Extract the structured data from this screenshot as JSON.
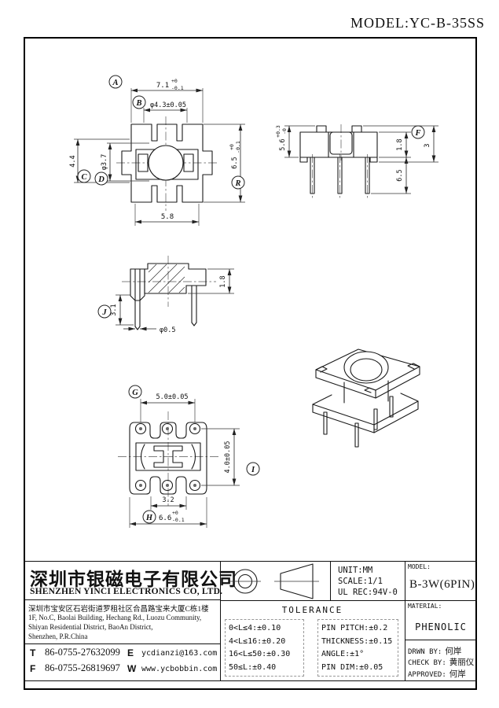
{
  "header": {
    "model": "MODEL:YC-B-35SS"
  },
  "views": {
    "front": {
      "label_a": "A",
      "label_b": "B",
      "label_c": "C",
      "label_d": "D",
      "label_r": "R",
      "dim_width": "7.1",
      "dim_width_tol_up": "+0",
      "dim_width_tol_dn": "-0.1",
      "dim_flange": "φ4.3±0.05",
      "dim_c": "4.4",
      "dim_core": "φ3.7",
      "dim_bottom": "5.8",
      "dim_height": "6.5",
      "dim_height_tol_up": "+0",
      "dim_height_tol_dn": "-0.1"
    },
    "side": {
      "label_f": "F",
      "dim_stack": "5.6",
      "dim_stack_tol_up": "+0.3",
      "dim_stack_tol_dn": "-0",
      "dim_body": "1.8",
      "dim_pin": "6.5",
      "dim_total": "3"
    },
    "section": {
      "label_j": "J",
      "dim_pin_len": "3.1",
      "dim_pin_dia": "φ0.5",
      "dim_body": "1.8"
    },
    "bottom": {
      "label_g": "G",
      "label_h": "H",
      "label_i": "I",
      "dim_pitch": "5.0±0.05",
      "dim_row": "4.0±0.05",
      "dim_inner": "3.2",
      "dim_width": "6.6",
      "dim_width_tol_up": "+0",
      "dim_width_tol_dn": "-0.1"
    }
  },
  "titleblock": {
    "company_cn": "深圳市银磁电子有限公司",
    "company_en": "SHENZHEN YINCI ELECTRONICS CO, LTD.",
    "address_cn": "深圳市宝安区石岩街道罗租社区合昌路宝来大厦C栋1楼",
    "address_en1": "1F, No.C, Baolai Building, Hechang Rd., Luozu Community,",
    "address_en2": "Shiyan Residential District, BaoAn District,",
    "address_en3": "Shenzhen, P.R.China",
    "tel_label": "T",
    "tel": "86-0755-27632099",
    "fax_label": "F",
    "fax": "86-0755-26819697",
    "email_label": "E",
    "email": "ycdianzi@163.com",
    "web_label": "W",
    "web": "www.ycbobbin.com",
    "unit": "UNIT:MM",
    "scale": "SCALE:1/1",
    "ul": "UL REC:94V-0",
    "model_label": "MODEL:",
    "model": "B-3W(6PIN)",
    "tolerance_title": "TOLERANCE",
    "tol_left": [
      "0<L≤4:±0.10",
      "4<L≤16:±0.20",
      "16<L≤50:±0.30",
      "50≤L:±0.40"
    ],
    "tol_right": [
      "PIN PITCH:±0.2",
      "THICKNESS:±0.15",
      "ANGLE:±1°",
      "PIN DIM:±0.05"
    ],
    "material_label": "MATERIAL:",
    "material": "PHENOLIC",
    "drawn_label": "DRWN BY:",
    "drawn": "何岸",
    "check_label": "CHECK BY:",
    "check": "黄丽仪",
    "approved_label": "APPROVED:",
    "approved": "何岸"
  }
}
